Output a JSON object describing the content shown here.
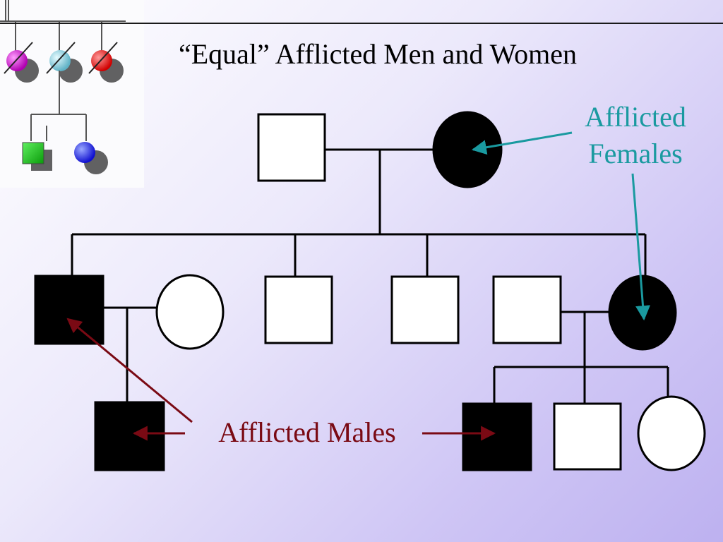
{
  "slide": {
    "title": "“Equal” Afflicted Men and Women",
    "callout_females": "Afflicted Females",
    "callout_males": "Afflicted Males"
  },
  "colors": {
    "callout_females": "#1a9aa0",
    "callout_males": "#7a0a14",
    "affected": "#000000",
    "unaffected": "#ffffff"
  },
  "pedigree": {
    "generation_1": [
      {
        "sex": "male",
        "affected": false
      },
      {
        "sex": "female",
        "affected": true
      }
    ],
    "generation_2": [
      {
        "sex": "male",
        "affected": true
      },
      {
        "sex": "female",
        "affected": false,
        "spouse": true
      },
      {
        "sex": "male",
        "affected": false
      },
      {
        "sex": "male",
        "affected": false
      },
      {
        "sex": "male",
        "affected": false,
        "spouse": true
      },
      {
        "sex": "female",
        "affected": true
      }
    ],
    "generation_3": [
      {
        "sex": "male",
        "affected": true
      },
      {
        "sex": "male",
        "affected": true
      },
      {
        "sex": "male",
        "affected": false
      },
      {
        "sex": "female",
        "affected": false
      }
    ]
  }
}
